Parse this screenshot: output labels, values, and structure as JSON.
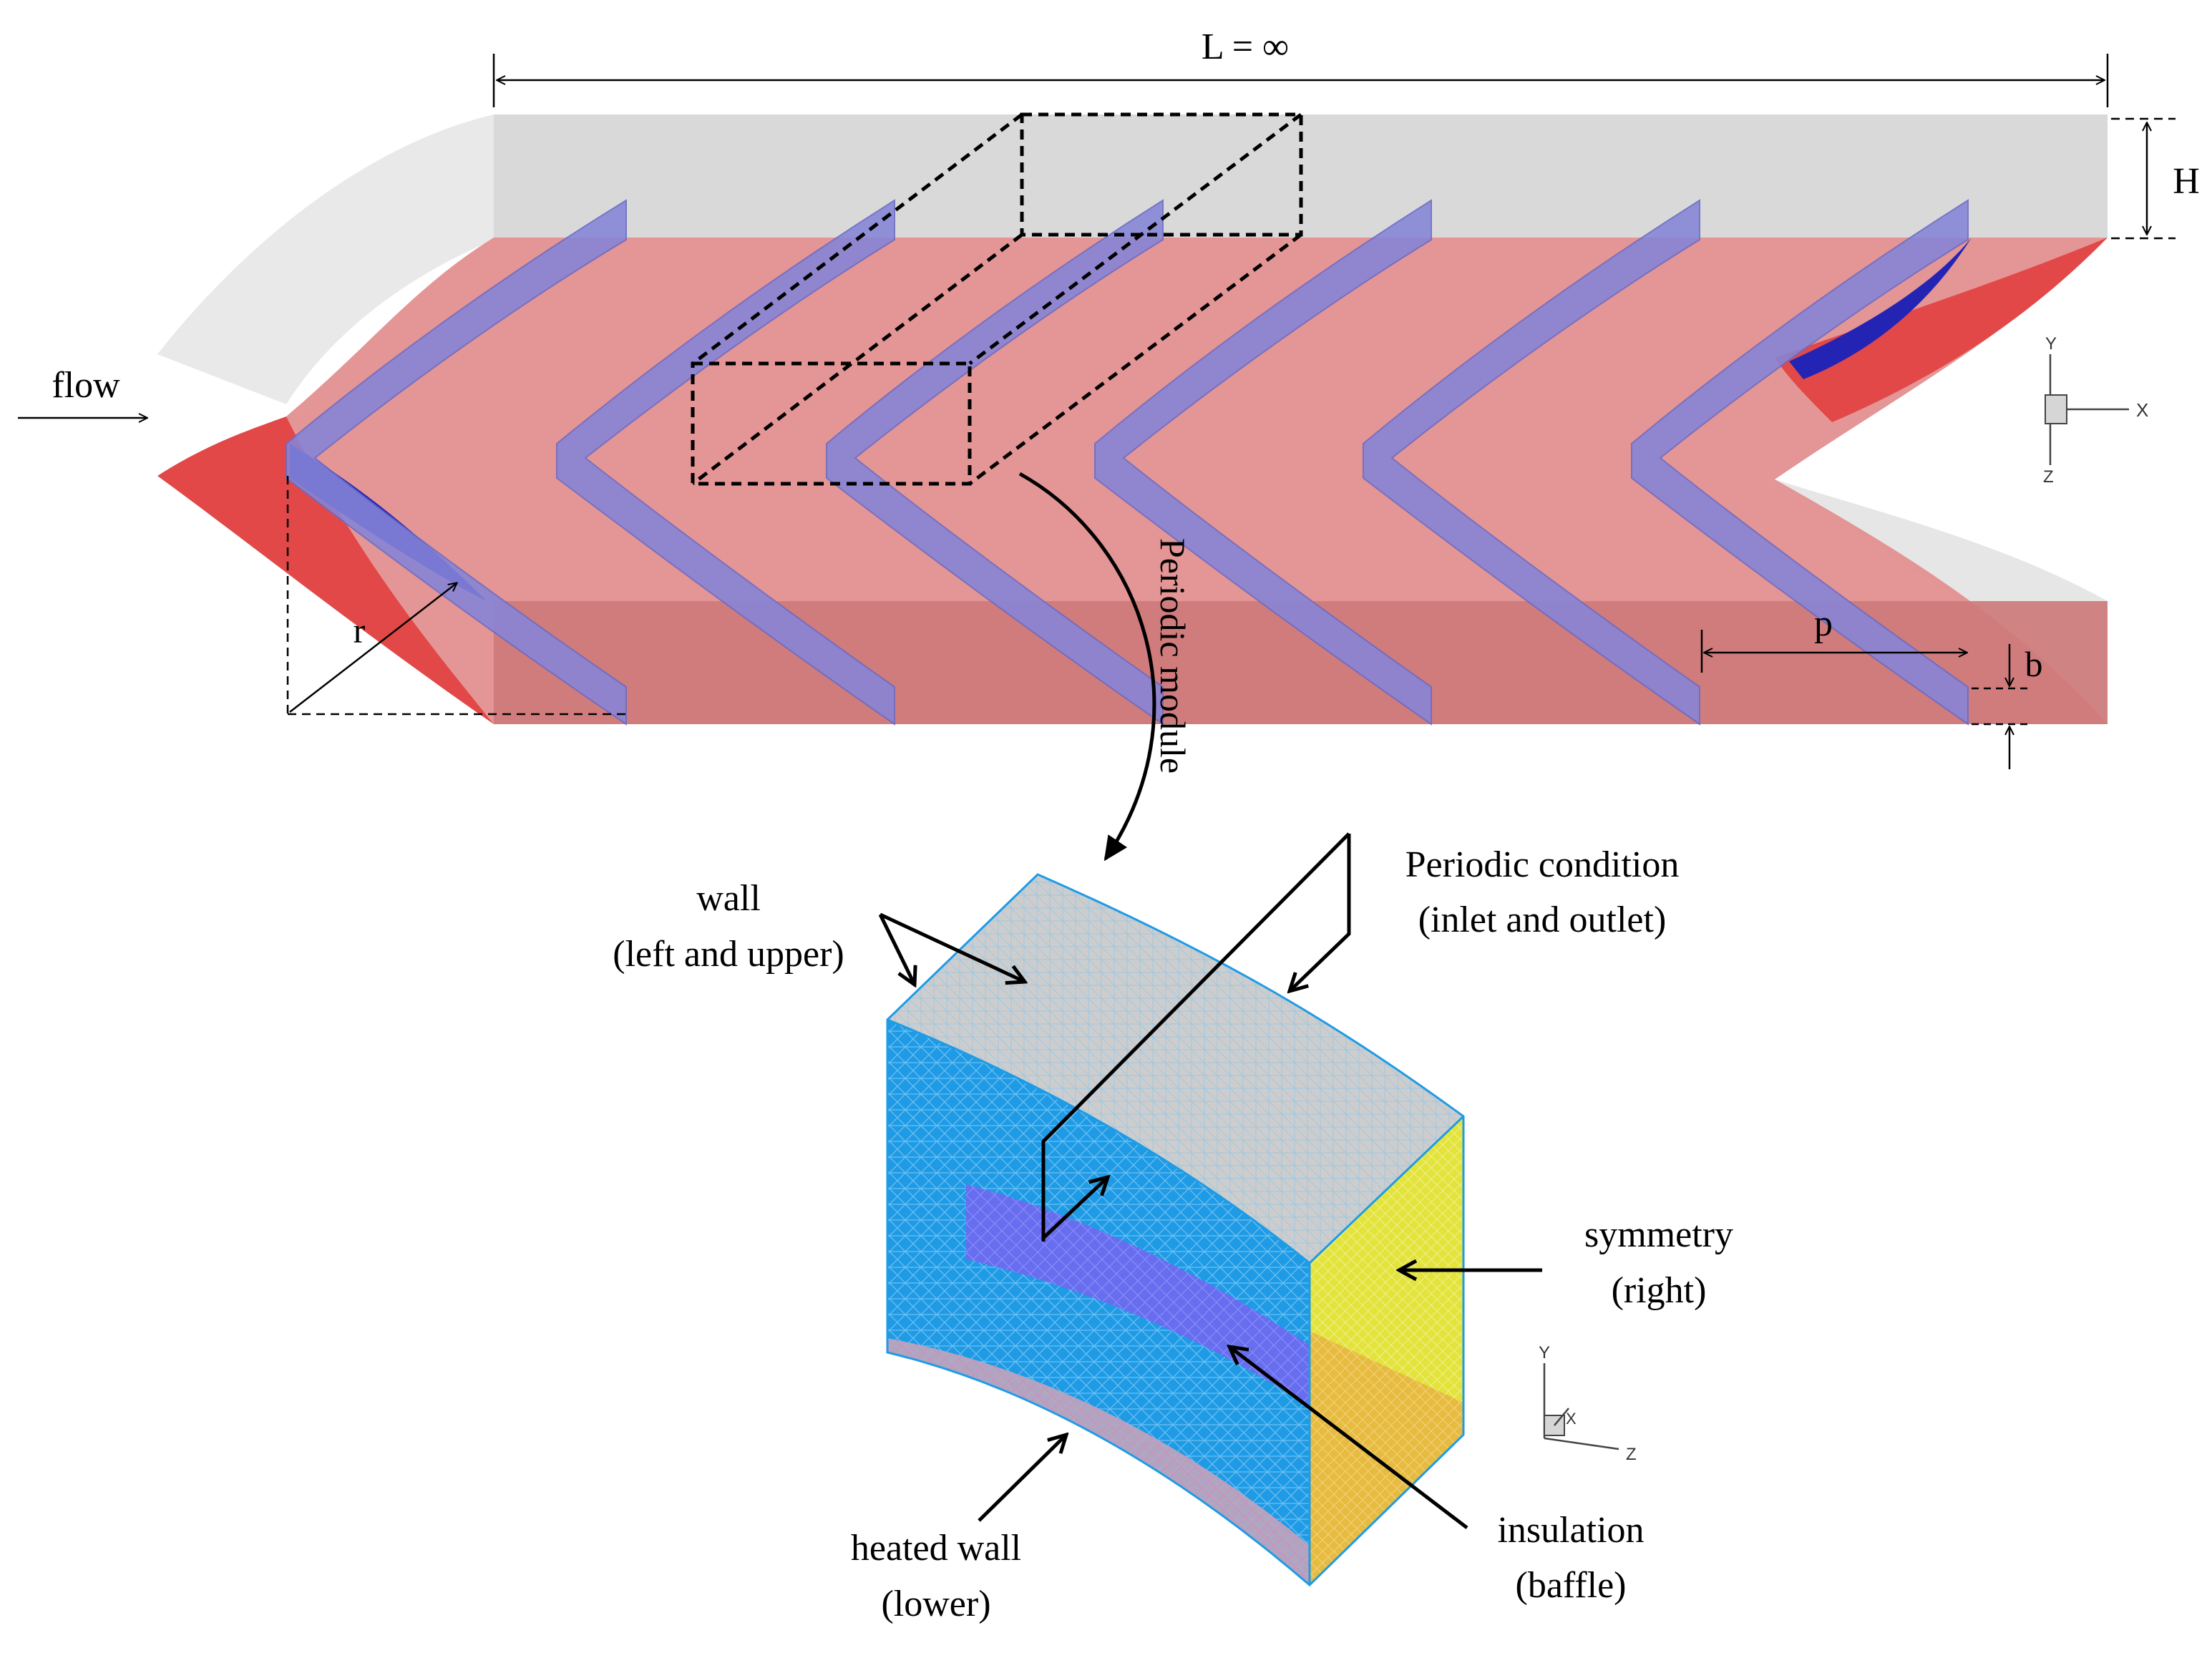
{
  "labels": {
    "length": "L = ∞",
    "height": "H",
    "flow": "flow",
    "radius": "r",
    "pitch": "p",
    "baffle_width": "b",
    "periodic_module": "Periodic module",
    "wall_line1": "wall",
    "wall_line2": "(left and upper)",
    "periodic_line1": "Periodic condition",
    "periodic_line2": "(inlet and outlet)",
    "symmetry_line1": "symmetry",
    "symmetry_line2": "(right)",
    "heated_line1": "heated wall",
    "heated_line2": "(lower)",
    "insulation_line1": "insulation",
    "insulation_line2": "(baffle)"
  },
  "axes_top": {
    "y": "Y",
    "x": "X",
    "z": "Z"
  },
  "axes_bottom": {
    "y": "Y",
    "x": "X",
    "z": "Z"
  },
  "colors": {
    "heated_plate": "#e38f8f",
    "heated_plate_front": "#d27878",
    "heated_plate_edge": "#e24848",
    "baffle": "#8585d8",
    "baffle_dark": "#2020b0",
    "channel_gray": "#d8d8d8",
    "mesh_blue": "#1f9be6",
    "mesh_gray": "#c8c8c8",
    "symmetry_yellow": "#e5e43a",
    "insulation_purple": "#6a6aee"
  }
}
